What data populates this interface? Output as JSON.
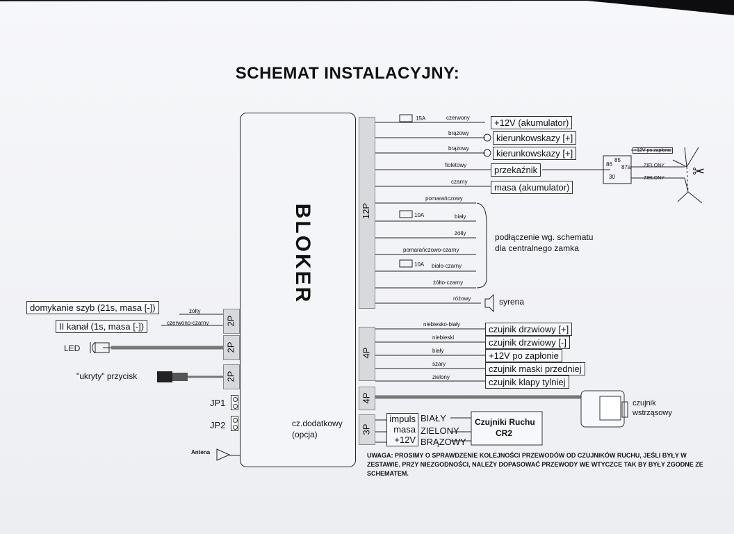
{
  "title": "SCHEMAT INSTALACYJNY:",
  "module": "BLOKER",
  "connectors": {
    "main": "12P",
    "left_a": "2P",
    "left_b": "2P",
    "left_c": "2P",
    "mid": "4P",
    "shock": "4P",
    "motion": "3P"
  },
  "fuses": {
    "f15": "15A",
    "f10a": "10A",
    "f10b": "10A"
  },
  "wires_12p": [
    {
      "color": "czerwony",
      "target": "+12V (akumulator)"
    },
    {
      "color": "brązowy",
      "target": "kierunkowskazy [+]"
    },
    {
      "color": "brązowy",
      "target": "kierunkowskazy [+]"
    },
    {
      "color": "fioletowy",
      "target": "przekaźnik"
    },
    {
      "color": "czarny",
      "target": "masa (akumulator)"
    },
    {
      "color": "pomarańczowy"
    },
    {
      "color": "biały"
    },
    {
      "color": "żółty"
    },
    {
      "color": "pomarańczowo-czarny"
    },
    {
      "color": "biało-czarny"
    },
    {
      "color": "żółto-czarny"
    },
    {
      "color": "różowy",
      "target": "syrena"
    }
  ],
  "central_lock": [
    "podłączenie wg. schematu",
    "dla centralnego zamka"
  ],
  "relay": {
    "label": "+12V po zapłonie",
    "p85": "85",
    "p86": "86",
    "p87a": "87a",
    "p30": "30",
    "green1": "ZIELONY",
    "green2": "ZIELONY"
  },
  "wires_4p": [
    {
      "color": "niebiesko-biały",
      "target": "czujnik drzwiowy [+]"
    },
    {
      "color": "niebieski",
      "target": "czujnik drzwiowy [-]"
    },
    {
      "color": "biały",
      "target": "+12V po zapłonie"
    },
    {
      "color": "szary",
      "target": "czujnik maski przedniej"
    },
    {
      "color": "zielony",
      "target": "czujnik klapy tylniej"
    }
  ],
  "left": {
    "window": {
      "label": "domykanie szyb (21s, masa [-])",
      "color": "żółty"
    },
    "channel2": {
      "label": "II kanał (1s, masa [-])",
      "color": "czerwono-czarny"
    },
    "led": "LED",
    "hidden_button": "\"ukryty\" przycisk",
    "jp1": "JP1",
    "jp2": "JP2",
    "antenna": "Antena"
  },
  "optional": [
    "cz.dodatkowy",
    "(opcja)"
  ],
  "shock_sensor": [
    "czujnik",
    "wstrząsowy"
  ],
  "motion": {
    "pins": [
      "impuls",
      "masa",
      "+12V"
    ],
    "colors": [
      "BIAŁY",
      "ZIELONY",
      "BRĄZOWY"
    ],
    "sensor": [
      "Czujniki Ruchu",
      "CR2"
    ]
  },
  "note": "UWAGA: PROSIMY O SPRAWDZENIE KOLEJNOŚCI PRZEWODÓW OD CZUJNIKÓW RUCHU, JEŚLI BYŁY W ZESTAWIE. PRZY NIEZGODNOŚCI, NALEŻY DOPASOWAĆ PRZEWODY WE WTYCZCE TAK BY BYŁY ZGODNE ZE SCHEMATEM."
}
